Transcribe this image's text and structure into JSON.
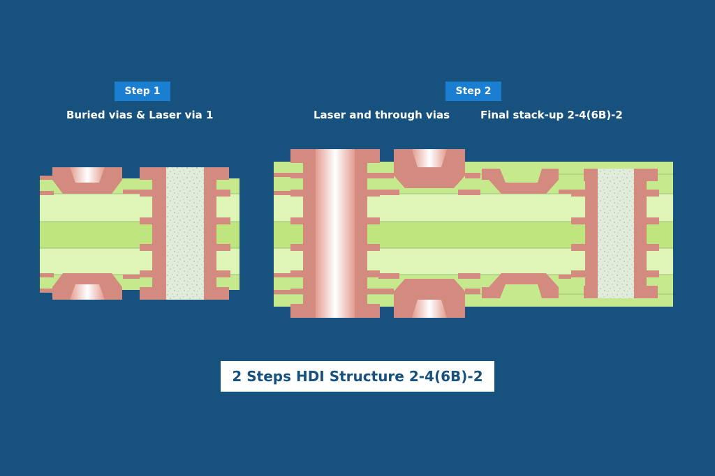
{
  "step1": {
    "badge": "Step 1",
    "caption": "Buried vias & Laser via 1"
  },
  "step2": {
    "badge": "Step 2",
    "caption_left": "Laser and through vias",
    "caption_right": "Final stack-up 2-4(6B)-2"
  },
  "title": "2 Steps HDI Structure 2-4(6B)-2",
  "colors": {
    "background": "#17517e",
    "badge": "#1a7fd0",
    "copper": "#d38b80",
    "laminate_light": "#def5b6",
    "laminate_mid": "#c6e98e",
    "laminate_core": "#bfe57f",
    "via_fill": "#e2ecda",
    "title_text": "#17517e"
  }
}
